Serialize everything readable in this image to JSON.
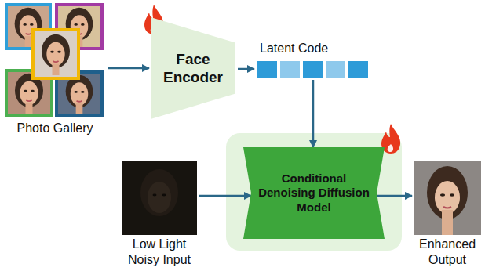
{
  "diagram": {
    "nodes": [
      {
        "text": [
          "Photo Gallery"
        ]
      },
      {
        "text": [
          "Face Encoder"
        ]
      },
      {
        "text": [
          "Latent Code"
        ]
      },
      {
        "text": [
          "Low Light Noisy Input"
        ]
      },
      {
        "text": [
          "Conditional Denoising Diffusion Model"
        ]
      },
      {
        "text": [
          "Enhanced Output"
        ]
      }
    ],
    "edges": [
      {
        "from": 0,
        "to": 1,
        "arrow": "to"
      },
      {
        "from": 1,
        "to": 2,
        "arrow": "to"
      },
      {
        "from": 2,
        "to": 4,
        "arrow": "to"
      },
      {
        "from": 3,
        "to": 4,
        "arrow": "to"
      },
      {
        "from": 4,
        "to": 5,
        "arrow": "to"
      }
    ]
  }
}
